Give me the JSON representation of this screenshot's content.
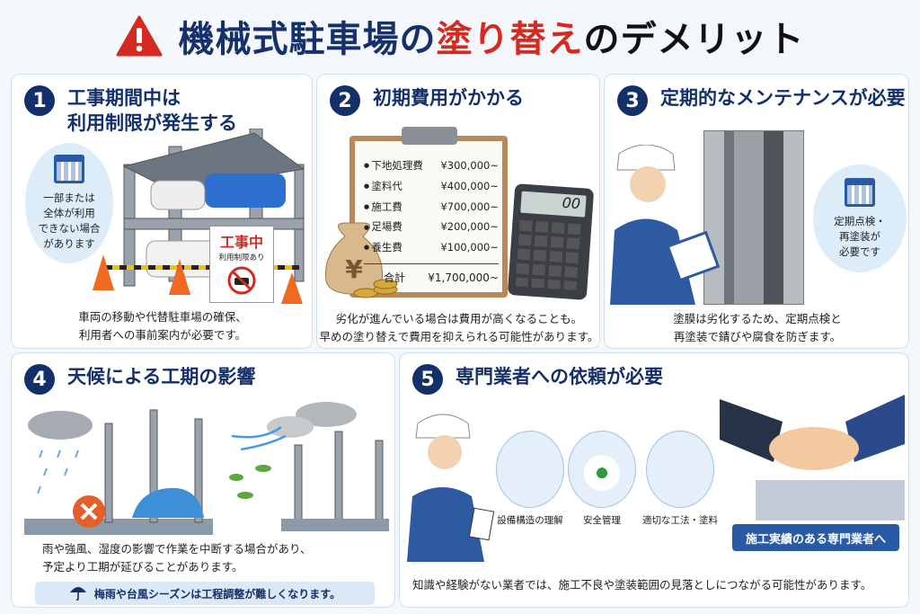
{
  "title": {
    "part1": "機械式駐車場の",
    "part2": "塗り替え",
    "part3": "のデメリット"
  },
  "colors": {
    "navy": "#14306b",
    "red": "#d42a1f",
    "accent": "#2a5aa5"
  },
  "cards": [
    {
      "number": "1",
      "title_line1": "工事期間中は",
      "title_line2": "利用制限が発生する",
      "bubble": [
        "一部または",
        "全体が利用",
        "できない場合",
        "があります"
      ],
      "sign_title": "工事中",
      "sign_sub": "利用制限あり",
      "desc": [
        "車両の移動や代替駐車場の確保、",
        "利用者への事前案内が必要です。"
      ]
    },
    {
      "number": "2",
      "title": "初期費用がかかる",
      "costs": [
        {
          "item": "下地処理費",
          "amount": "¥300,000~"
        },
        {
          "item": "塗料代",
          "amount": "¥400,000~"
        },
        {
          "item": "施工費",
          "amount": "¥700,000~"
        },
        {
          "item": "足場費",
          "amount": "¥200,000~"
        },
        {
          "item": "養生費",
          "amount": "¥100,000~"
        }
      ],
      "total_label": "合計",
      "total": "¥1,700,000~",
      "calc_display": "00",
      "bag_symbol": "¥",
      "desc": [
        "劣化が進んでいる場合は費用が高くなることも。",
        "早めの塗り替えで費用を抑えられる可能性があります。"
      ]
    },
    {
      "number": "3",
      "title": "定期的なメンテナンスが必要",
      "bubble": [
        "定期点検・",
        "再塗装が",
        "必要です"
      ],
      "desc": [
        "塗膜は劣化するため、定期点検と",
        "再塗装で錆びや腐食を防ぎます。"
      ]
    },
    {
      "number": "4",
      "title": "天候による工期の影響",
      "desc": [
        "雨や強風、湿度の影響で作業を中断する場合があり、",
        "予定より工期が延びることがあります。"
      ],
      "note": "梅雨や台風シーズンは工程調整が難しくなります。"
    },
    {
      "number": "5",
      "title": "専門業者への依頼が必要",
      "skills": [
        "設備構造の理解",
        "安全管理",
        "適切な工法・塗料"
      ],
      "badge": "施工実績のある専門業者へ",
      "desc": "知識や経験がない業者では、施工不良や塗装範囲の見落としにつながる可能性があります。"
    }
  ]
}
